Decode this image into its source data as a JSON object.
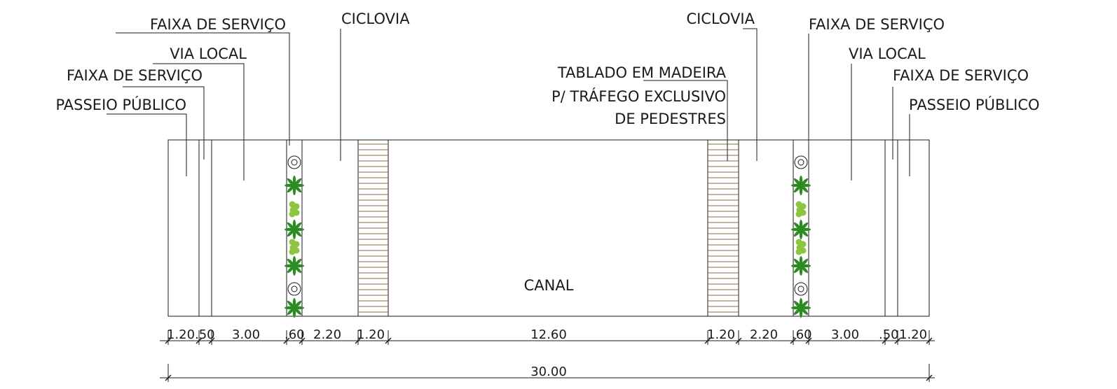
{
  "labels": {
    "passeio_publico": "PASSEIO PÚBLICO",
    "faixa_de_servico": "FAIXA DE SERVIÇO",
    "via_local": "VIA LOCAL",
    "ciclovia": "CICLOVIA",
    "tablado_line1": "TABLADO EM MADEIRA",
    "tablado_line2": "P/ TRÁFEGO EXCLUSIVO",
    "tablado_line3": "DE PEDESTRES",
    "canal": "CANAL"
  },
  "dimensions": {
    "left": [
      "1.20",
      ".50",
      "3.00",
      ".60",
      "2.20",
      "1.20"
    ],
    "center": "12.60",
    "right": [
      "1.20",
      "2.20",
      ".60",
      "3.00",
      ".50",
      "1.20"
    ],
    "total": "30.00"
  },
  "colors": {
    "line": "#1a1a1a",
    "deck": "#8a6d3b",
    "plant_dark": "#2e8b22",
    "plant_light": "#8cc63f"
  }
}
